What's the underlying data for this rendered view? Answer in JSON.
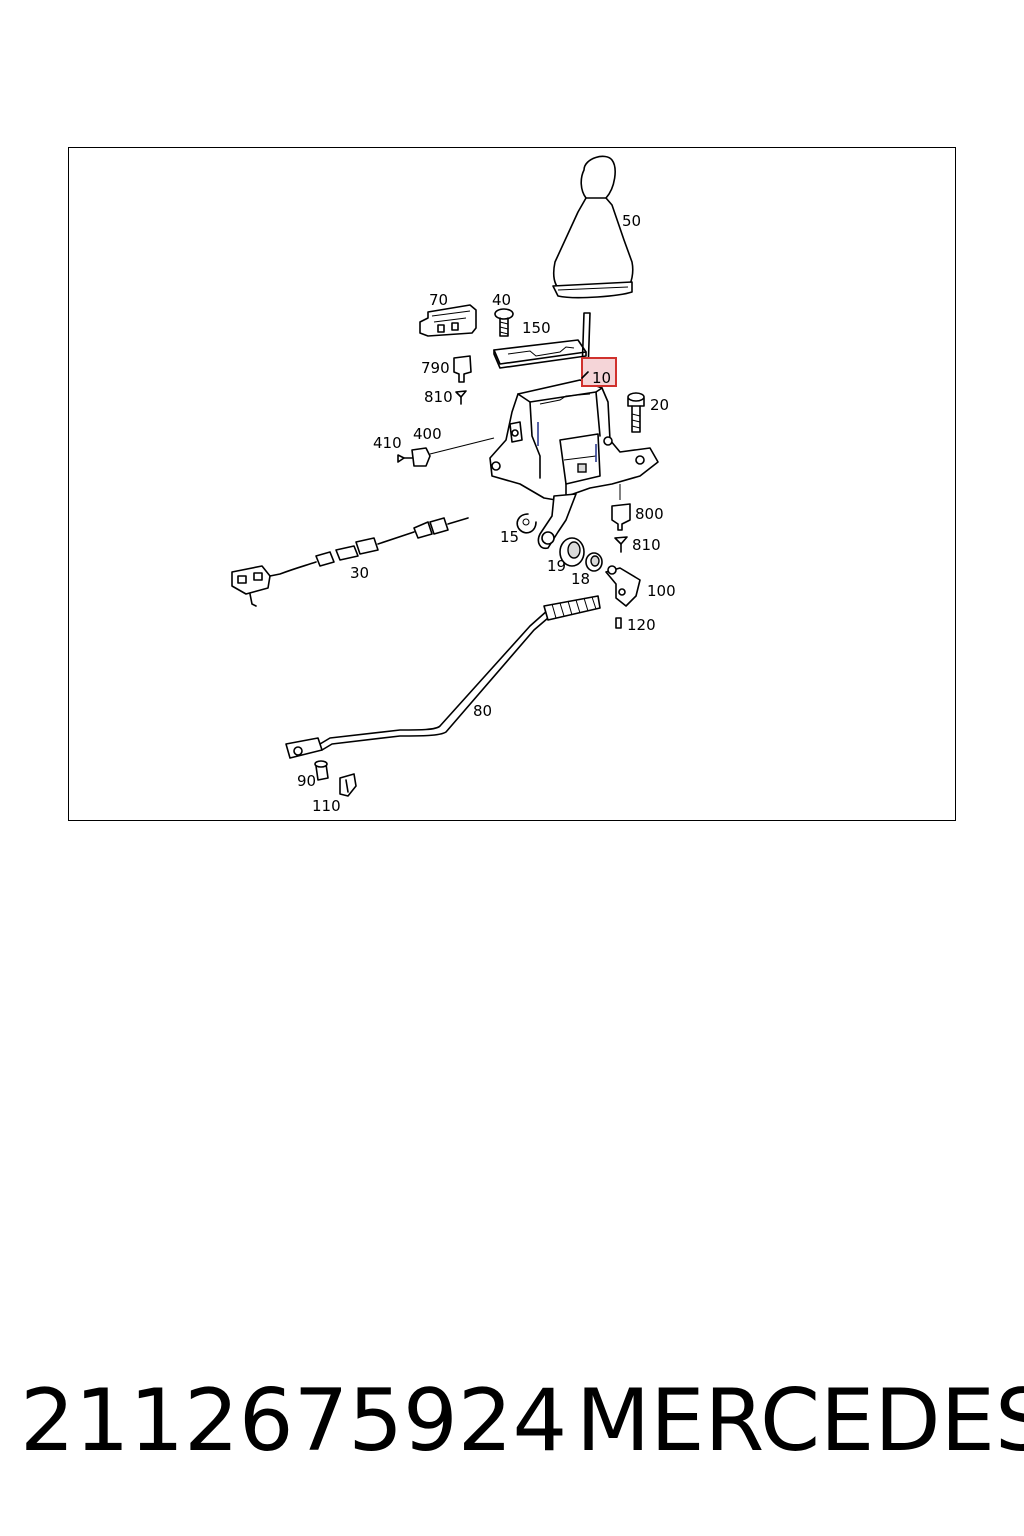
{
  "labels": {
    "p50": "50",
    "p70": "70",
    "p40": "40",
    "p150": "150",
    "p790": "790",
    "p10": "10",
    "p810a": "810",
    "p20": "20",
    "p410": "410",
    "p400": "400",
    "p800": "800",
    "p15": "15",
    "p810b": "810",
    "p30": "30",
    "p19": "19",
    "p18": "18",
    "p100": "100",
    "p120": "120",
    "p80": "80",
    "p90": "90",
    "p110": "110"
  },
  "highlight": {
    "label": "10",
    "border_color": "#d0312d",
    "fill_color": "#f5d5d8"
  },
  "caption": {
    "part_number": "2112675924",
    "brand": "MERCEDES"
  }
}
